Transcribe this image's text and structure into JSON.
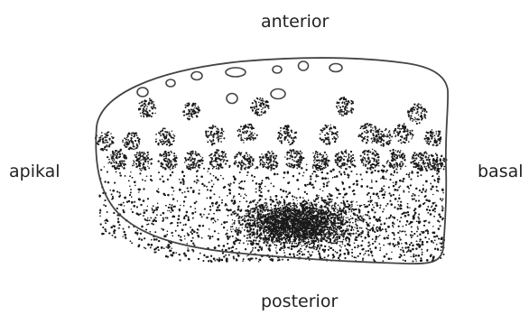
{
  "labels": {
    "top": "anterior",
    "bottom": "posterior",
    "left": "apikal",
    "right": "basal"
  },
  "colors": {
    "outline": "#444444",
    "stipple": "#1a1a1a",
    "background": "#ffffff"
  }
}
